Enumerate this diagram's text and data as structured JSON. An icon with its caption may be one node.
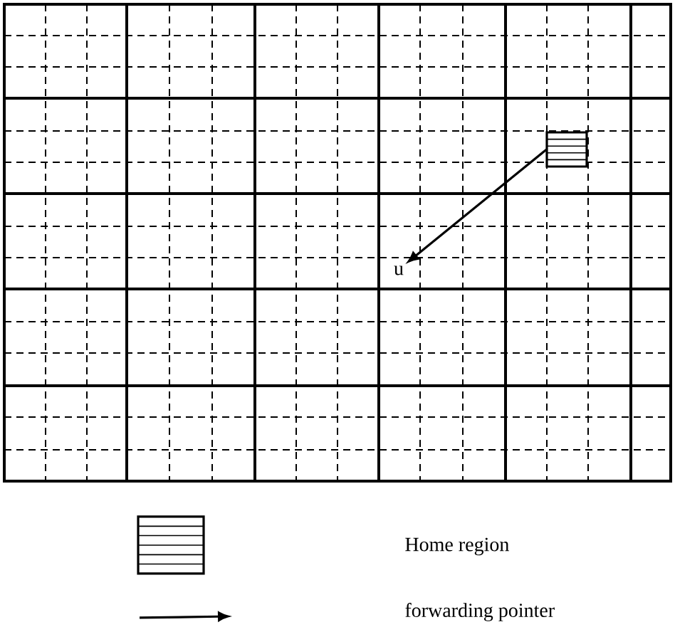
{
  "diagram": {
    "nodes": [
      {
        "text": [],
        "shape": "box"
      },
      {
        "text": [
          "u"
        ]
      }
    ],
    "edges": [
      {
        "from": 0,
        "to": 1,
        "arrow": "to"
      }
    ],
    "legend": [
      {
        "text": "Home region"
      },
      {
        "text": "forwarding pointer"
      }
    ]
  }
}
